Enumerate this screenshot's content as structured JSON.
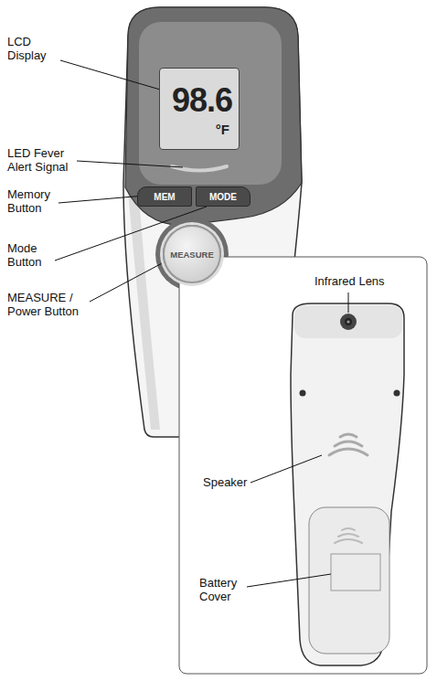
{
  "diagram": {
    "nodes": [
      {
        "text": [
          "98.6",
          "°F"
        ]
      },
      {
        "text": [
          "MEM"
        ]
      },
      {
        "text": [
          "MODE"
        ]
      },
      {
        "text": [
          "MEASURE"
        ]
      }
    ],
    "labels": [
      "LCD Display",
      "LED Fever Alert Signal",
      "Memory Button",
      "Mode Button",
      "MEASURE / Power Button",
      "Infrared Lens",
      "Speaker",
      "Battery Cover"
    ]
  }
}
